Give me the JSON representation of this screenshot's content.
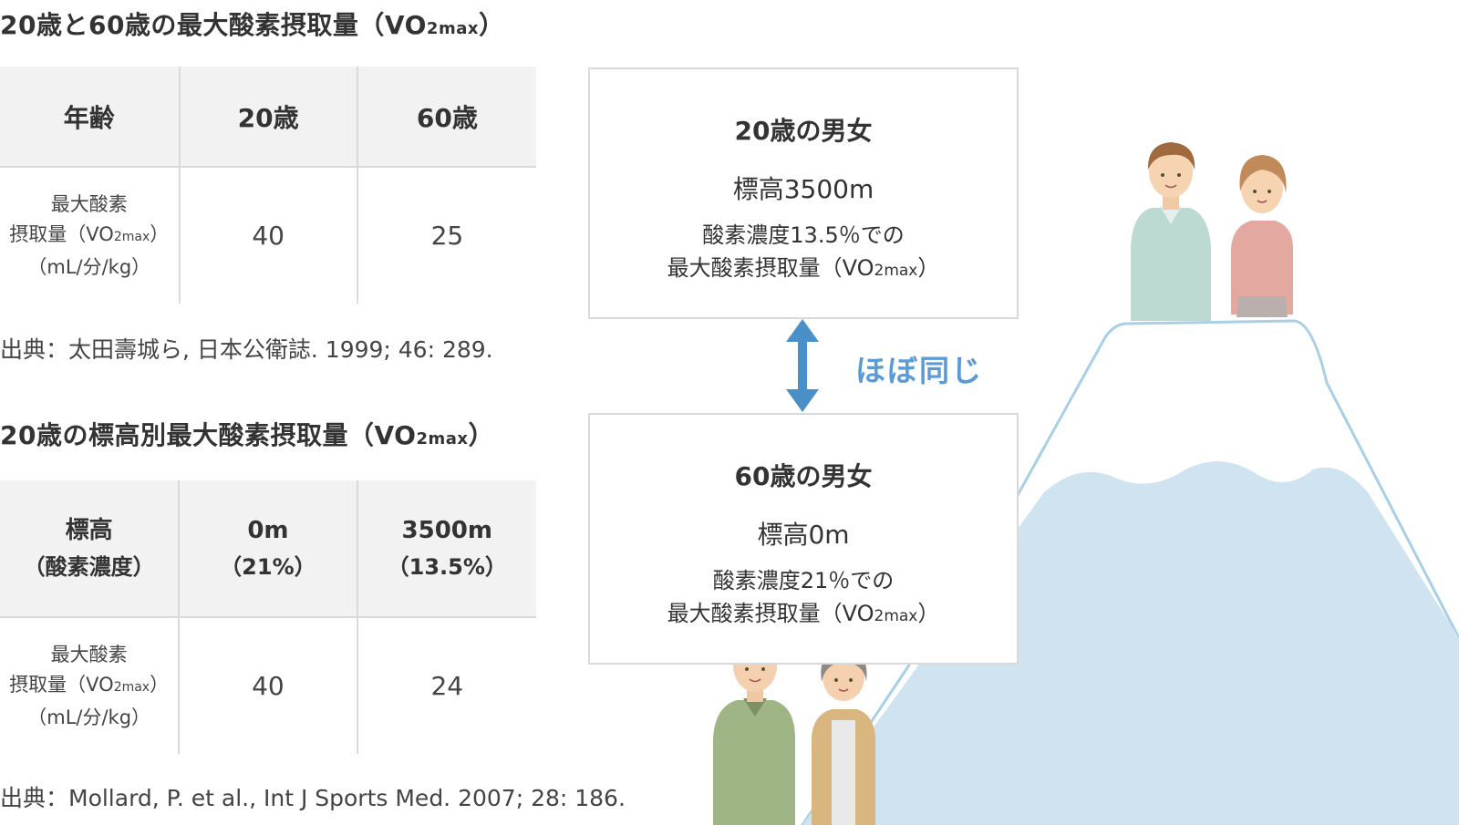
{
  "table1": {
    "title": "20歳と60歳の最大酸素摂取量（VO",
    "title_sub": "2max",
    "title_end": "）",
    "header": {
      "age": "年齢",
      "col20": "20歳",
      "col60": "60歳"
    },
    "row_label": {
      "line1": "最大酸素",
      "line2": "摂取量（VO",
      "line2_sub": "2max",
      "line2_end": "）",
      "line3": "（mL/分/kg）"
    },
    "values": {
      "v20": "40",
      "v60": "25"
    },
    "source": "出典：太田壽城ら, 日本公衛誌. 1999; 46: 289."
  },
  "table2": {
    "title": "20歳の標高別最大酸素摂取量（VO",
    "title_sub": "2max",
    "title_end": "）",
    "header": {
      "alt": "標高",
      "alt_sub": "（酸素濃度）",
      "col0": "0m",
      "col0_sub": "（21%）",
      "col3500": "3500m",
      "col3500_sub": "（13.5%）"
    },
    "row_label": {
      "line1": "最大酸素",
      "line2": "摂取量（VO",
      "line2_sub": "2max",
      "line2_end": "）",
      "line3": "（mL/分/kg）"
    },
    "values": {
      "v0": "40",
      "v3500": "24"
    },
    "source": "出典：Mollard, P. et al., Int J Sports Med. 2007; 28: 186."
  },
  "box_top": {
    "heading": "20歳の男女",
    "altitude": "標高3500m",
    "line1": "酸素濃度13.5％での",
    "line2": "最大酸素摂取量（VO",
    "line2_sub": "2max",
    "line2_end": "）"
  },
  "box_bottom": {
    "heading": "60歳の男女",
    "altitude": "標高0m",
    "line1": "酸素濃度21％での",
    "line2": "最大酸素摂取量（VO",
    "line2_sub": "2max",
    "line2_end": "）"
  },
  "comparison": {
    "label": "ほぼ同じ"
  },
  "colors": {
    "accent": "#5b9bd5",
    "arrow": "#4a90c8",
    "mountain": "#cfe4f0",
    "mountain_snow": "#ffffff",
    "mountain_outline": "#a8cfe6",
    "table_header_bg": "#f2f2f2",
    "border": "#d9d9d9"
  },
  "icons": [
    "double-arrow-icon",
    "mountain-illustration",
    "young-couple-illustration",
    "elderly-couple-illustration"
  ]
}
